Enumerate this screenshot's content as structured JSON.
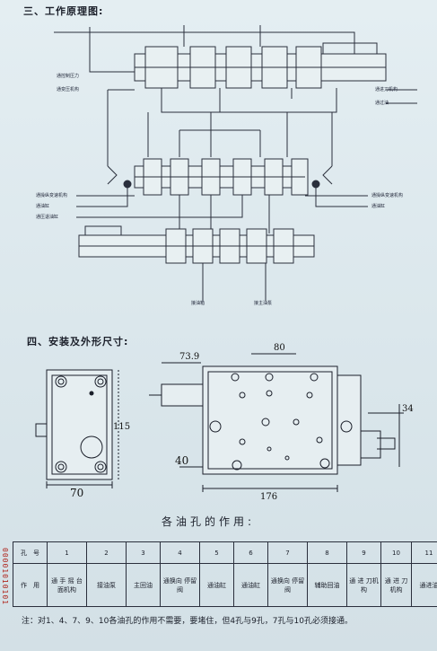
{
  "section3": {
    "title": "三、工作原理图:"
  },
  "section4": {
    "title": "四、安装及外形尺寸:"
  },
  "diagram_labels": {
    "top_left_1": "通控制压力",
    "top_left_2": "通变压机构",
    "top_right_1": "通进刀机构",
    "top_right_2": "通过油",
    "mid_left_1": "通操纵变速机构",
    "mid_left_2": "通油缸",
    "mid_left_3": "通压退油缸",
    "mid_right_1": "通操纵变速机构",
    "mid_right_2": "通油缸",
    "bottom_1": "接油箱",
    "bottom_2": "接主油泵"
  },
  "dimensions": {
    "d73": "73.9",
    "d80": "80",
    "d70": "70",
    "d176": "176",
    "d40": "40",
    "d34": "34",
    "d115": "115"
  },
  "table": {
    "title": "各油孔的作用:",
    "header_label": "孔　号",
    "numbers": [
      "1",
      "2",
      "3",
      "4",
      "5",
      "6",
      "7",
      "8",
      "9",
      "10",
      "11"
    ],
    "row_label": "作　用",
    "functions": [
      "通 手 摇 台面机构",
      "接油泵",
      "主回油",
      "通换向 停留阀",
      "通油缸",
      "通油缸",
      "通换向 停留阀",
      "辅助回油",
      "通 进 刀机构",
      "通 进 刀机构",
      "通进油"
    ]
  },
  "note": "注：对1、4、7、9、10各油孔的作用不需要，要堵住，但4孔与9孔，7孔与10孔必须接通。",
  "side_mark": "00001010101"
}
